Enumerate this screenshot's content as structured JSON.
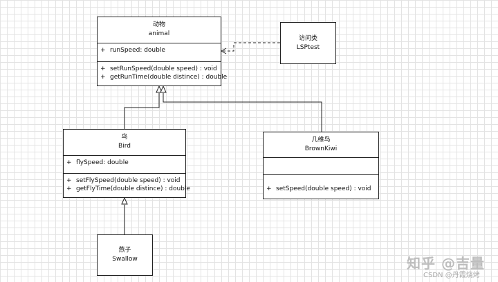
{
  "classes": {
    "animal": {
      "cn": "动物",
      "en": "animal",
      "attributes": [
        {
          "vis": "+",
          "text": "runSpeed: double"
        }
      ],
      "methods": [
        {
          "vis": "+",
          "text": "setRunSpeed(double speed) : void"
        },
        {
          "vis": "+",
          "text": "getRunTime(double distince) : double"
        }
      ]
    },
    "lsptest": {
      "cn": "访问类",
      "en": "LSPtest"
    },
    "bird": {
      "cn": "鸟",
      "en": "Bird",
      "attributes": [
        {
          "vis": "+",
          "text": "flySpeed: double"
        }
      ],
      "methods": [
        {
          "vis": "+",
          "text": "setFlySpeed(double speed) : void"
        },
        {
          "vis": "+",
          "text": "getFlyTime(double distince) : double"
        }
      ]
    },
    "brownkiwi": {
      "cn": "几维鸟",
      "en": "BrownKiwi",
      "methods": [
        {
          "vis": "+",
          "text": "setSpeed(double speed) : void"
        }
      ]
    },
    "swallow": {
      "cn": "燕子",
      "en": "Swallow"
    }
  },
  "watermark": {
    "line1": "知乎 @吉量",
    "line2": "CSDN @丹霞烧烤"
  },
  "colors": {
    "line": "#222222",
    "grid": "#e3e3e3",
    "watermark": "#bdbdbd"
  }
}
